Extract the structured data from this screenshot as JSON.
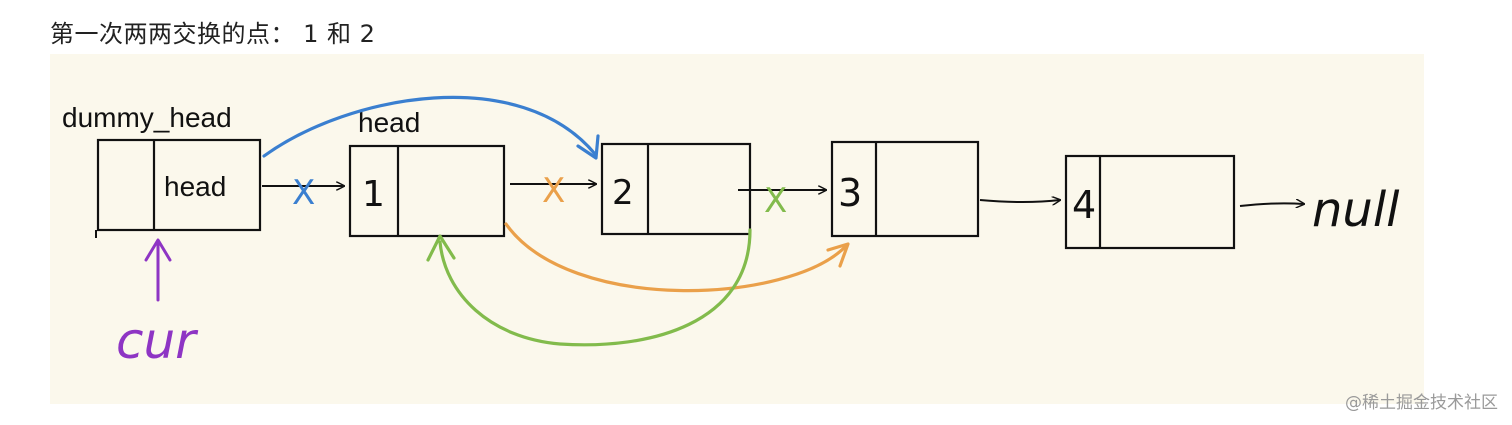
{
  "heading": "第一次两两交换的点： 1 和 2",
  "diagram": {
    "labels": {
      "dummy_head": "dummy_head",
      "head_above": "head",
      "pointer": "cur",
      "null": "null"
    },
    "nodes": [
      {
        "id": "dummy",
        "value": "head"
      },
      {
        "id": "n1",
        "value": "1"
      },
      {
        "id": "n2",
        "value": "2"
      },
      {
        "id": "n3",
        "value": "3"
      },
      {
        "id": "n4",
        "value": "4"
      }
    ],
    "cut_mark": "X",
    "colors": {
      "paper": "#fbf8ec",
      "ink": "#111111",
      "blue": "#3a7fd0",
      "orange": "#eaa04a",
      "green": "#82bb4c",
      "purple": "#8e35c4"
    }
  },
  "watermark": "@稀土掘金技术社区"
}
